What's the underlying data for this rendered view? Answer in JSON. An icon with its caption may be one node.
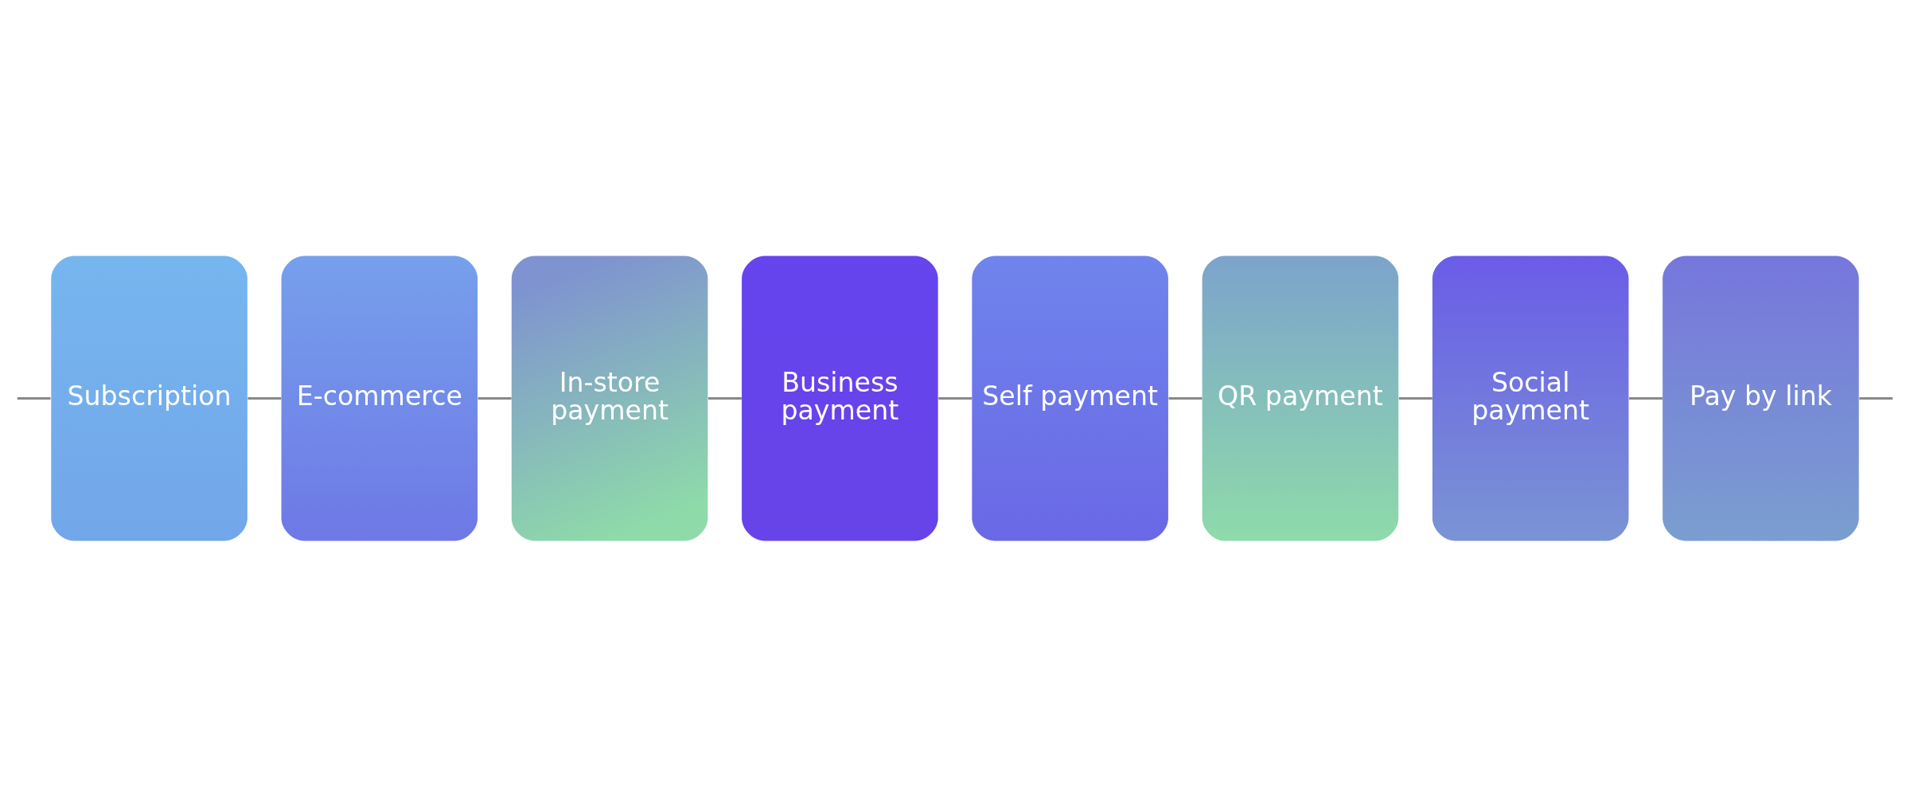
{
  "diagram": {
    "nodes": [
      {
        "text": [
          "Subscription"
        ]
      },
      {
        "text": [
          "E-commerce"
        ]
      },
      {
        "text": [
          "In-store payment"
        ]
      },
      {
        "text": [
          "Business payment"
        ]
      },
      {
        "text": [
          "Self payment"
        ]
      },
      {
        "text": [
          "QR payment"
        ]
      },
      {
        "text": [
          "Social payment"
        ]
      },
      {
        "text": [
          "Pay by link"
        ]
      }
    ],
    "edges": [
      {
        "from": null,
        "to": 0,
        "arrow": "none"
      },
      {
        "from": 0,
        "to": 1,
        "arrow": "none"
      },
      {
        "from": 1,
        "to": 2,
        "arrow": "none"
      },
      {
        "from": 2,
        "to": 3,
        "arrow": "none"
      },
      {
        "from": 3,
        "to": 4,
        "arrow": "none"
      },
      {
        "from": 4,
        "to": 5,
        "arrow": "none"
      },
      {
        "from": 5,
        "to": 6,
        "arrow": "none"
      },
      {
        "from": 6,
        "to": 7,
        "arrow": "none"
      },
      {
        "from": 7,
        "to": null,
        "arrow": "none"
      }
    ]
  }
}
